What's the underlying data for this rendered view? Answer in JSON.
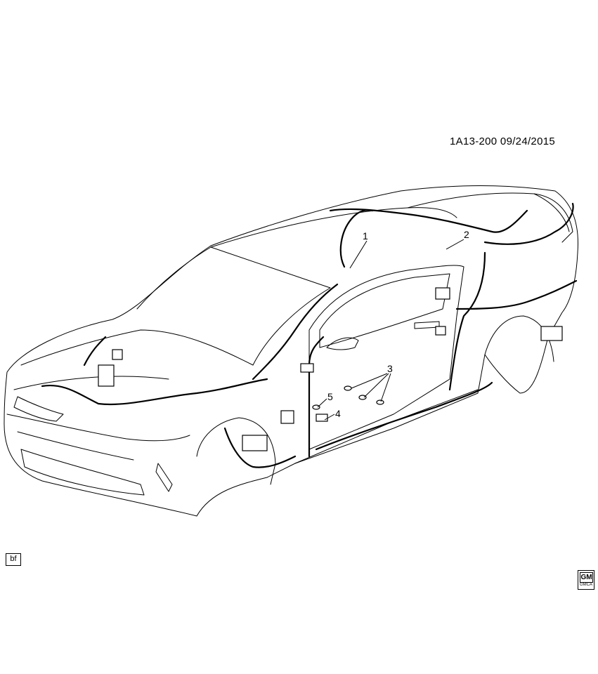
{
  "reference_code": "1A13-200  09/24/2015",
  "callouts": [
    {
      "id": "1",
      "label": "1"
    },
    {
      "id": "2",
      "label": "2"
    },
    {
      "id": "3",
      "label": "3"
    },
    {
      "id": "4",
      "label": "4"
    },
    {
      "id": "5",
      "label": "5"
    }
  ],
  "corner_badge": "bf",
  "logo": {
    "main": "GM",
    "sub": "GMCA"
  }
}
